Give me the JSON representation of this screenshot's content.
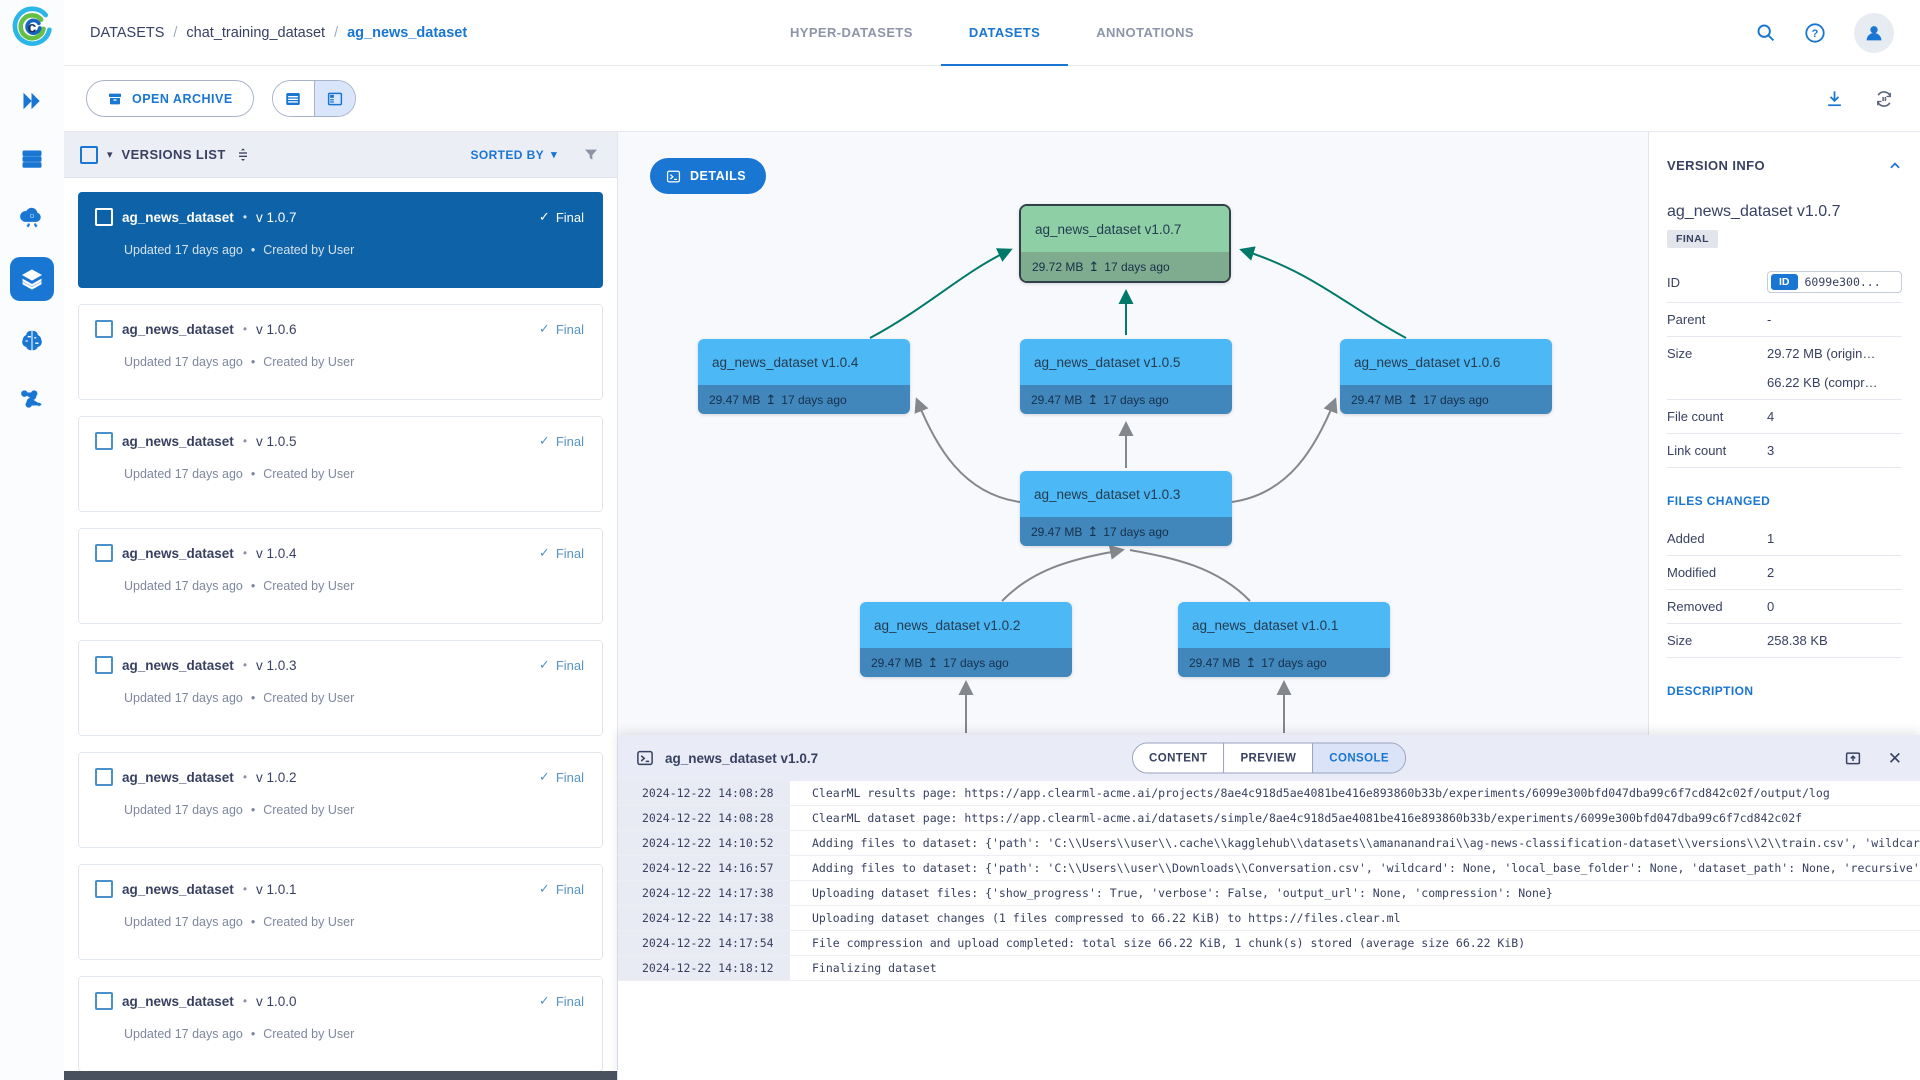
{
  "icons": {
    "caret_down": "▾",
    "check": "✓",
    "close": "✕",
    "dot": "•",
    "upload": "↥"
  },
  "header": {
    "breadcrumb": {
      "root": "DATASETS",
      "sep": "/",
      "project": "chat_training_dataset",
      "dataset": "ag_news_dataset"
    },
    "tabs": [
      {
        "label": "HYPER-DATASETS"
      },
      {
        "label": "DATASETS"
      },
      {
        "label": "ANNOTATIONS"
      }
    ]
  },
  "toolbar": {
    "open_archive_label": "OPEN ARCHIVE"
  },
  "versions_panel": {
    "title": "VERSIONS LIST",
    "sorted_by_label": "SORTED BY",
    "items": [
      {
        "name": "ag_news_dataset",
        "version": "v 1.0.7",
        "status": "Final",
        "updated": "Updated 17 days ago",
        "creator": "Created by User",
        "selected": true
      },
      {
        "name": "ag_news_dataset",
        "version": "v 1.0.6",
        "status": "Final",
        "updated": "Updated 17 days ago",
        "creator": "Created by User",
        "selected": false
      },
      {
        "name": "ag_news_dataset",
        "version": "v 1.0.5",
        "status": "Final",
        "updated": "Updated 17 days ago",
        "creator": "Created by User",
        "selected": false
      },
      {
        "name": "ag_news_dataset",
        "version": "v 1.0.4",
        "status": "Final",
        "updated": "Updated 17 days ago",
        "creator": "Created by User",
        "selected": false
      },
      {
        "name": "ag_news_dataset",
        "version": "v 1.0.3",
        "status": "Final",
        "updated": "Updated 17 days ago",
        "creator": "Created by User",
        "selected": false
      },
      {
        "name": "ag_news_dataset",
        "version": "v 1.0.2",
        "status": "Final",
        "updated": "Updated 17 days ago",
        "creator": "Created by User",
        "selected": false
      },
      {
        "name": "ag_news_dataset",
        "version": "v 1.0.1",
        "status": "Final",
        "updated": "Updated 17 days ago",
        "creator": "Created by User",
        "selected": false
      },
      {
        "name": "ag_news_dataset",
        "version": "v 1.0.0",
        "status": "Final",
        "updated": "Updated 17 days ago",
        "creator": "Created by User",
        "selected": false
      }
    ]
  },
  "graph": {
    "details_label": "DETAILS",
    "nodes": [
      {
        "label": "ag_news_dataset v1.0.7",
        "size": "29.72 MB",
        "age": "17 days ago",
        "variant": "green"
      },
      {
        "label": "ag_news_dataset v1.0.4",
        "size": "29.47 MB",
        "age": "17 days ago",
        "variant": "blue"
      },
      {
        "label": "ag_news_dataset v1.0.5",
        "size": "29.47 MB",
        "age": "17 days ago",
        "variant": "blue"
      },
      {
        "label": "ag_news_dataset v1.0.6",
        "size": "29.47 MB",
        "age": "17 days ago",
        "variant": "blue"
      },
      {
        "label": "ag_news_dataset v1.0.3",
        "size": "29.47 MB",
        "age": "17 days ago",
        "variant": "blue"
      },
      {
        "label": "ag_news_dataset v1.0.2",
        "size": "29.47 MB",
        "age": "17 days ago",
        "variant": "blue"
      },
      {
        "label": "ag_news_dataset v1.0.1",
        "size": "29.47 MB",
        "age": "17 days ago",
        "variant": "blue"
      }
    ]
  },
  "version_info": {
    "title": "VERSION INFO",
    "name": "ag_news_dataset v1.0.7",
    "badge": "FINAL",
    "id_label": "ID",
    "id_chip": "ID",
    "id_value": "6099e300...",
    "parent_label": "Parent",
    "parent_value": "-",
    "size_label": "Size",
    "size_value_1": "29.72 MB (origin…",
    "size_value_2": "66.22 KB (compr…",
    "file_count_label": "File count",
    "file_count_value": "4",
    "link_count_label": "Link count",
    "link_count_value": "3",
    "files_changed_title": "FILES CHANGED",
    "added_label": "Added",
    "added_value": "1",
    "modified_label": "Modified",
    "modified_value": "2",
    "removed_label": "Removed",
    "removed_value": "0",
    "size2_label": "Size",
    "size2_value": "258.38 KB",
    "description_title": "DESCRIPTION"
  },
  "console": {
    "title": "ag_news_dataset v1.0.7",
    "tabs": [
      {
        "label": "CONTENT"
      },
      {
        "label": "PREVIEW"
      },
      {
        "label": "CONSOLE"
      }
    ],
    "logs": [
      {
        "time": "2024-12-22 14:08:28",
        "message": "ClearML results page: https://app.clearml-acme.ai/projects/8ae4c918d5ae4081be416e893860b33b/experiments/6099e300bfd047dba99c6f7cd842c02f/output/log"
      },
      {
        "time": "2024-12-22 14:08:28",
        "message": "ClearML dataset page: https://app.clearml-acme.ai/datasets/simple/8ae4c918d5ae4081be416e893860b33b/experiments/6099e300bfd047dba99c6f7cd842c02f"
      },
      {
        "time": "2024-12-22 14:10:52",
        "message": "Adding files to dataset: {'path': 'C:\\\\Users\\\\user\\\\.cache\\\\kagglehub\\\\datasets\\\\amananandrai\\\\ag-news-classification-dataset\\\\versions\\\\2\\\\train.csv', 'wildcard': None"
      },
      {
        "time": "2024-12-22 14:16:57",
        "message": "Adding files to dataset: {'path': 'C:\\\\Users\\\\user\\\\Downloads\\\\Conversation.csv', 'wildcard': None, 'local_base_folder': None, 'dataset_path': None, 'recursive': True,"
      },
      {
        "time": "2024-12-22 14:17:38",
        "message": "Uploading dataset files: {'show_progress': True, 'verbose': False, 'output_url': None, 'compression': None}"
      },
      {
        "time": "2024-12-22 14:17:38",
        "message": "Uploading dataset changes (1 files compressed to 66.22 KiB) to https://files.clear.ml"
      },
      {
        "time": "2024-12-22 14:17:54",
        "message": "File compression and upload completed: total size 66.22 KiB, 1 chunk(s) stored (average size 66.22 KiB)"
      },
      {
        "time": "2024-12-22 14:18:12",
        "message": "Finalizing dataset"
      }
    ]
  }
}
